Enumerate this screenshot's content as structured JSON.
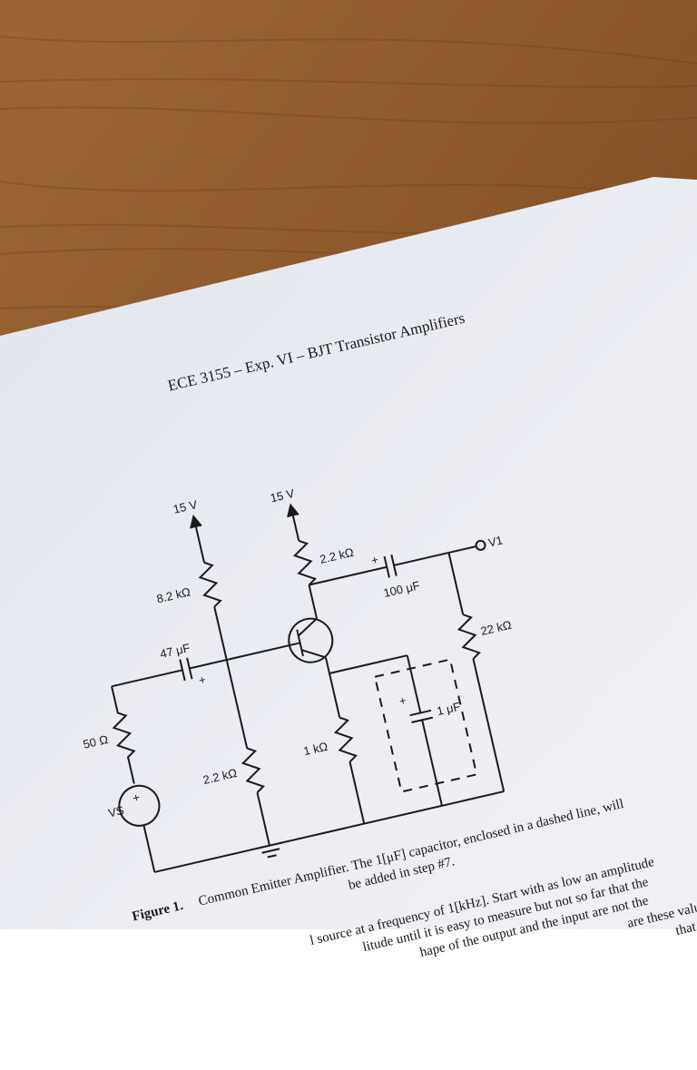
{
  "header": {
    "title": "ECE 3155 – Exp. VI – BJT Transistor Amplifiers"
  },
  "circuit": {
    "supply_left": "15 V",
    "supply_right": "15 V",
    "r_top_bias": "8.2 kΩ",
    "r_bottom_bias": "2.2 kΩ",
    "r_collector": "2.2 kΩ",
    "r_emitter": "1 kΩ",
    "r_load": "22 kΩ",
    "r_source": "50 Ω",
    "c_input": "47 μF",
    "c_output": "100 μF",
    "c_bypass": "1 μF",
    "source_label": "VS",
    "output_label": "V1",
    "plus": "+",
    "minus": "–"
  },
  "caption": {
    "label": "Figure 1.",
    "line1": "Common Emitter Amplifier.  The 1[μF] capacitor, enclosed in a dashed line, will",
    "line2": "be added in step #7."
  },
  "body_text": {
    "line1": "l source at a frequency of 1[kHz].  Start with as low an amplitude",
    "line2": "litude until it is easy to measure but not so far that the",
    "line3": "hape of the output and the input are not the",
    "line4": "are these values",
    "line5": "that you"
  },
  "colors": {
    "wood_dark": "#7a4a22",
    "wood_light": "#b07a45",
    "paper": "#e9ebf2",
    "ink": "#1a1a1a"
  }
}
